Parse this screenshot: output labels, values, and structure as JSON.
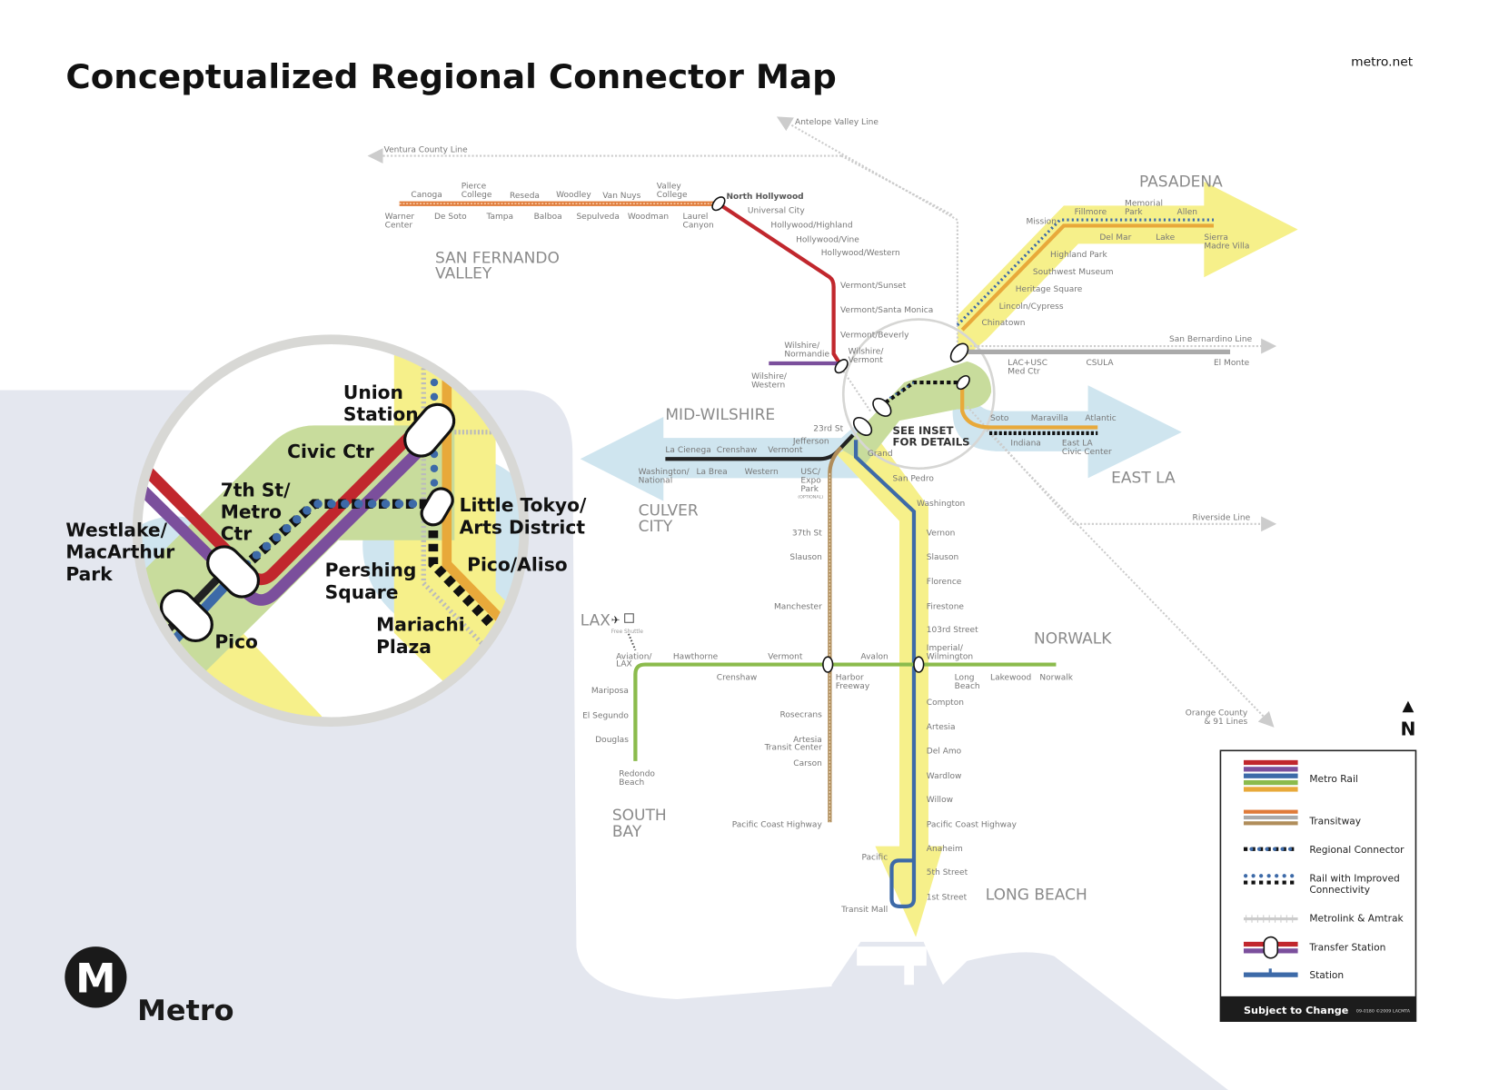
{
  "header": {
    "title": "Conceptualized Regional Connector Map",
    "site": "metro.net"
  },
  "colors": {
    "red": "#c1272d",
    "purple": "#7b4f9c",
    "blue": "#3d6aa8",
    "green": "#8bbb4c",
    "gold": "#e8a93a",
    "orange": "#e07b39",
    "tan": "#b08d5a",
    "yellow_band": "#f6f08a",
    "blue_band": "#cfe5ef",
    "green_band": "#c8dc9c",
    "land": "#e4e7ef"
  },
  "regions": [
    "SAN FERNANDO",
    "VALLEY",
    "MID-WILSHIRE",
    "CULVER",
    "CITY",
    "PASADENA",
    "EAST LA",
    "NORWALK",
    "SOUTH",
    "BAY",
    "LONG BEACH"
  ],
  "rail_lines": {
    "ventura": "Ventura County Line",
    "antelope": "Antelope Valley Line",
    "san_bernardino": "San Bernardino Line",
    "riverside": "Riverside Line",
    "orange_county": [
      "Orange County",
      "& 91 Lines"
    ]
  },
  "see_inset": [
    "SEE INSET",
    "FOR DETAILS"
  ],
  "sfv": [
    "Canoga",
    "Pierce",
    "College",
    "Reseda",
    "Woodley",
    "Van Nuys",
    "Valley",
    "College",
    "Warner",
    "Center",
    "De Soto",
    "Tampa",
    "Balboa",
    "Sepulveda",
    "Woodman",
    "Laurel",
    "Canyon"
  ],
  "red": [
    "North Hollywood",
    "Universal City",
    "Hollywood/Highland",
    "Hollywood/Vine",
    "Hollywood/Western",
    "Vermont/Sunset",
    "Vermont/Santa Monica",
    "Vermont/Beverly",
    "Wilshire/",
    "Vermont",
    "Wilshire/",
    "Normandie",
    "Wilshire/",
    "Western"
  ],
  "gold": [
    "Mission",
    "Fillmore",
    "Memorial",
    "Park",
    "Allen",
    "Del Mar",
    "Lake",
    "Sierra",
    "Madre Villa",
    "Highland Park",
    "Southwest Museum",
    "Heritage Square",
    "Lincoln/Cypress",
    "Chinatown"
  ],
  "east": [
    "LAC+USC",
    "Med Ctr",
    "CSULA",
    "El Monte",
    "Soto",
    "Maravilla",
    "Atlantic",
    "Indiana",
    "East LA",
    "Civic Center"
  ],
  "expo": [
    "La Cienega",
    "Crenshaw",
    "Vermont",
    "Washington/",
    "National",
    "La Brea",
    "Western",
    "USC/",
    "Expo",
    "Park",
    "(OPTIONAL)",
    "23rd St",
    "Jefferson"
  ],
  "blue": [
    "Grand",
    "San Pedro",
    "Washington",
    "Vernon",
    "Slauson",
    "Florence",
    "Firestone",
    "103rd Street",
    "Imperial/",
    "Wilmington",
    "Compton",
    "Artesia",
    "Del Amo",
    "Wardlow",
    "Willow",
    "Pacific Coast Highway",
    "Anaheim",
    "5th Street",
    "1st Street",
    "Pacific",
    "Transit Mall"
  ],
  "tan": [
    "37th St",
    "Slauson",
    "Manchester",
    "Rosecrans",
    "Artesia",
    "Transit Center",
    "Carson",
    "Pacific Coast Highway"
  ],
  "green": [
    "Aviation/",
    "LAX",
    "Hawthorne",
    "Vermont",
    "Avalon",
    "Crenshaw",
    "Harbor",
    "Freeway",
    "Long",
    "Beach",
    "Lakewood",
    "Norwalk",
    "Mariposa",
    "El Segundo",
    "Douglas",
    "Redondo",
    "Beach"
  ],
  "lax": {
    "label": "LAX",
    "shuttle": "Free Shuttle"
  },
  "inset": [
    "Union",
    "Station",
    "Civic Ctr",
    "7th St/",
    "Metro",
    "Ctr",
    "Westlake/",
    "MacArthur",
    "Park",
    "Pershing",
    "Square",
    "Little Tokyo/",
    "Arts District",
    "Pico/Aliso",
    "Mariachi",
    "Plaza",
    "Pico"
  ],
  "legend": {
    "items": [
      "Metro Rail",
      "Transitway",
      "Regional Connector",
      "Rail with Improved",
      "Connectivity",
      "Metrolink & Amtrak",
      "Transfer Station",
      "Station"
    ],
    "footer": "Subject to Change",
    "code": "09-0180 ©2009 LACMTA"
  },
  "north": "N",
  "logo": {
    "letter": "M",
    "name": "Metro"
  }
}
